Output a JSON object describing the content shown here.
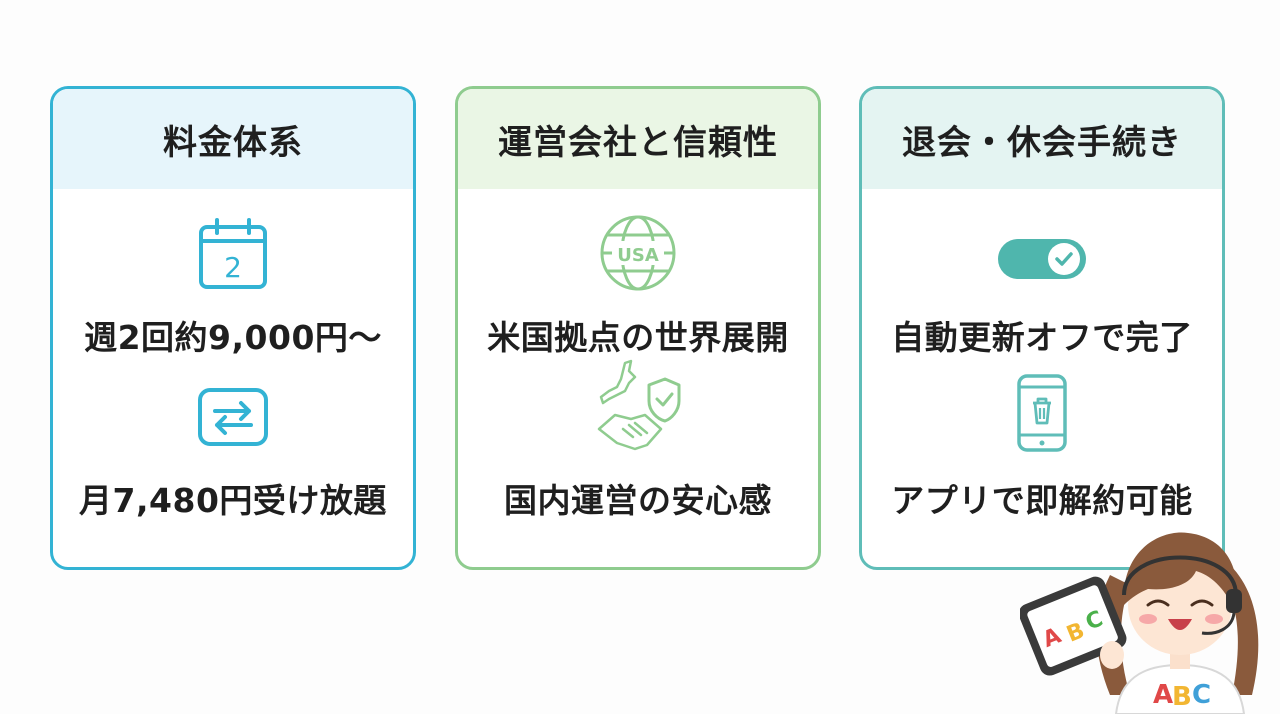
{
  "cards": [
    {
      "title": "料金体系",
      "items": [
        {
          "icon": "calendar-icon",
          "icon_text": "2",
          "text": "週2回約9,000円〜"
        },
        {
          "icon": "repeat-icon",
          "text": "月7,480円受け放題"
        }
      ]
    },
    {
      "title": "運営会社と信頼性",
      "items": [
        {
          "icon": "globe-icon",
          "icon_text": "USA",
          "text": "米国拠点の世界展開"
        },
        {
          "icon": "japan-handshake-shield-icon",
          "text": "国内運営の安心感"
        }
      ]
    },
    {
      "title": "退会・休会手続き",
      "items": [
        {
          "icon": "toggle-check-icon",
          "text": "自動更新オフで完了"
        },
        {
          "icon": "phone-trash-icon",
          "text": "アプリで即解約可能"
        }
      ]
    }
  ],
  "mascot": {
    "tablet_letters": [
      "A",
      "B",
      "C"
    ],
    "shirt_text": "ABC"
  },
  "colors": {
    "card1": "#33b3d4",
    "card2": "#8fcc8f",
    "card3": "#5fbdb8",
    "toggle": "#4fb6ad"
  }
}
